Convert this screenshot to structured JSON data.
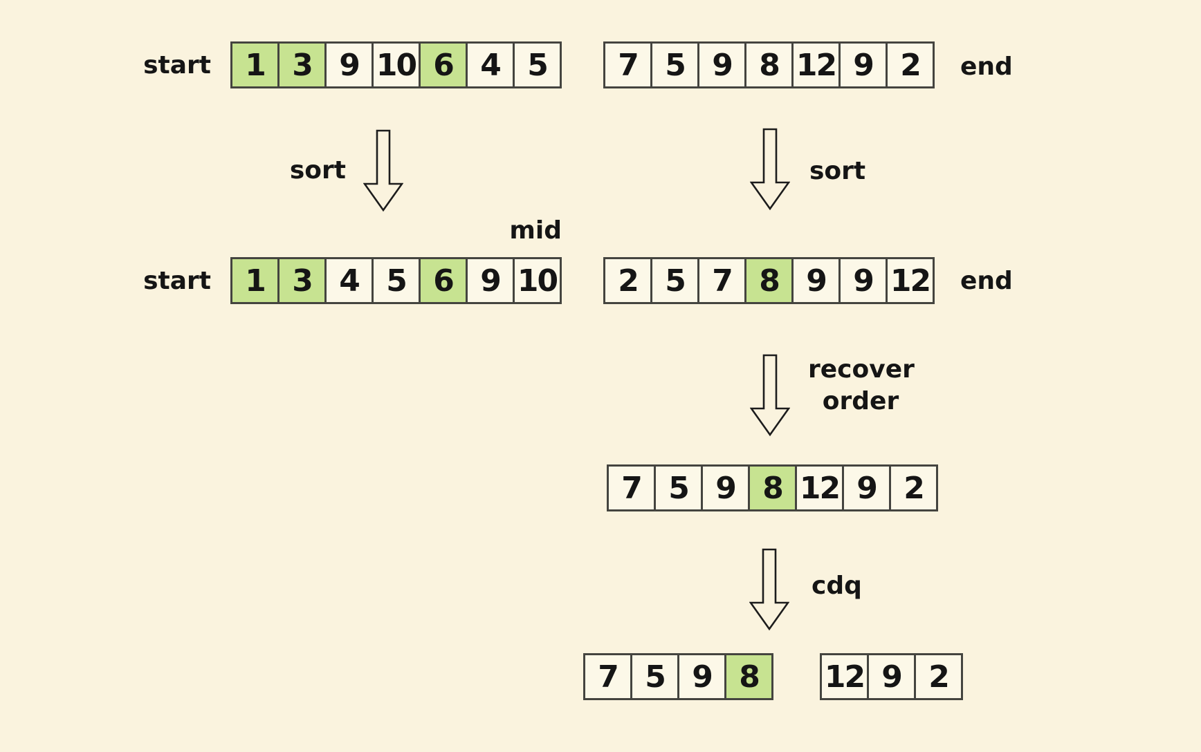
{
  "colors": {
    "background": "#FAF3DE",
    "cell_background": "#FCF8E8",
    "highlight_green": "#C7E391",
    "cell_border": "#44443F",
    "text": "#151515"
  },
  "labels": {
    "start": "start",
    "end": "end",
    "mid": "mid",
    "sort_left": "sort",
    "sort_right": "sort",
    "recover_line1": "recover",
    "recover_line2": "order",
    "cdq": "cdq"
  },
  "icons": {
    "arrow": "down-arrow-icon"
  },
  "arrays": {
    "top_left": {
      "values": [
        1,
        3,
        9,
        10,
        6,
        4,
        5
      ],
      "highlighted": [
        0,
        1,
        4
      ]
    },
    "top_right": {
      "values": [
        7,
        5,
        9,
        8,
        12,
        9,
        2
      ],
      "highlighted": []
    },
    "sorted_left": {
      "values": [
        1,
        3,
        4,
        5,
        6,
        9,
        10
      ],
      "highlighted": [
        0,
        1,
        4
      ]
    },
    "sorted_right": {
      "values": [
        2,
        5,
        7,
        8,
        9,
        9,
        12
      ],
      "highlighted": [
        3
      ]
    },
    "recovered": {
      "values": [
        7,
        5,
        9,
        8,
        12,
        9,
        2
      ],
      "highlighted": [
        3
      ]
    },
    "cdq_left": {
      "values": [
        7,
        5,
        9,
        8
      ],
      "highlighted": [
        3
      ]
    },
    "cdq_right": {
      "values": [
        12,
        9,
        2
      ],
      "highlighted": []
    }
  }
}
